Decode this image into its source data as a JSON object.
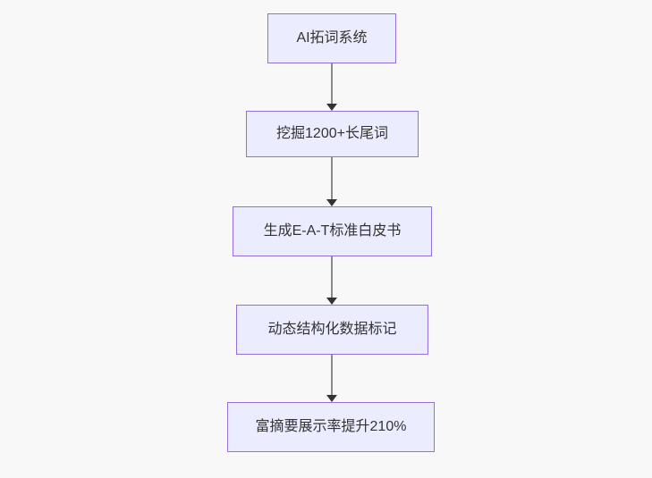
{
  "diagram": {
    "type": "flowchart",
    "direction": "top-down",
    "colors": {
      "canvas_bg": "#f8f8f8",
      "node_fill": "#ECECFF",
      "node_border": "#9370DB",
      "text_color": "#333333",
      "edge_line": "#8a8a8a",
      "arrowhead": "#333333"
    },
    "nodes": [
      {
        "id": "A",
        "label": "AI拓词系统"
      },
      {
        "id": "B",
        "label": "挖掘1200+长尾词"
      },
      {
        "id": "C",
        "label": "生成E-A-T标准白皮书"
      },
      {
        "id": "D",
        "label": "动态结构化数据标记"
      },
      {
        "id": "E",
        "label": "富摘要展示率提升210%"
      }
    ],
    "edges": [
      {
        "from": "A",
        "to": "B"
      },
      {
        "from": "B",
        "to": "C"
      },
      {
        "from": "C",
        "to": "D"
      },
      {
        "from": "D",
        "to": "E"
      }
    ]
  }
}
